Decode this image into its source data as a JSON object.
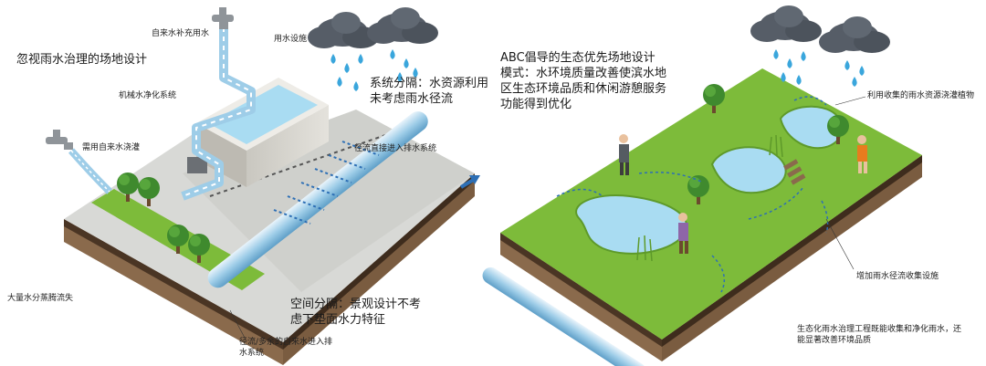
{
  "left": {
    "title": "忽视雨水治理的场地设计",
    "labels": {
      "tap_water_supplement": "自来水补充用水",
      "water_facility": "用水设施",
      "mechanical_purification": "机械水净化系统",
      "irrigation_tap_water": "需用自来水浇灌",
      "system_separation": "系统分隔：水资源利用未考虑雨水径流",
      "runoff_to_drain": "径流直接进入排水系统",
      "evaporation_loss": "大量水分蒸腾流失",
      "space_separation": "空间分隔：景观设计不考虑下垫面水力特征",
      "runoff_excess_tap": "径流/多余的自来水进入排水系统"
    }
  },
  "right": {
    "title": "ABC倡导的生态优先场地设计模式：水环境质量改善使滨水地区生态环境品质和休闲游憩服务功能得到优化",
    "labels": {
      "use_collected_rain": "利用收集的雨水资源浇灌植物",
      "add_runoff_collection": "增加雨水径流收集设施",
      "eco_summary": "生态化雨水治理工程既能收集和净化雨水，还能显著改善环境品质"
    }
  },
  "colors": {
    "grass": "#7dbb3a",
    "grass_dark": "#5e9a2a",
    "soil": "#8a6a4c",
    "soil_top": "#4a3524",
    "pavement": "#d8d9d6",
    "water": "#a9dcf2",
    "cloud": "#555c66",
    "rain": "#3aa6dc",
    "arrow": "#2d6fb5"
  }
}
